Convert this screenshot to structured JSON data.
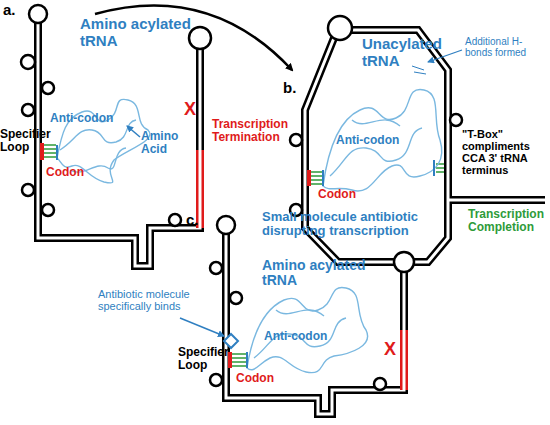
{
  "diagram": {
    "labels": [
      "a.",
      "Amino acylated tRNA",
      "Specifier Loop",
      "Anti-codon",
      "Amino Acid",
      "Codon",
      "X",
      "Transcription Termination",
      "b.",
      "Unacylated tRNA",
      "Additional H-bonds formed",
      "Anti-codon",
      "\"T-Box\" compliments CCA 3' tRNA terminus",
      "Codon",
      "Transcription Completion",
      "c.",
      "Small molecule antibiotic disrupting transcription",
      "X",
      "Amino acylated tRNA",
      "Antibiotic molecule specifically binds",
      "Specifier Loop",
      "Anti-codon",
      "Codon"
    ]
  }
}
